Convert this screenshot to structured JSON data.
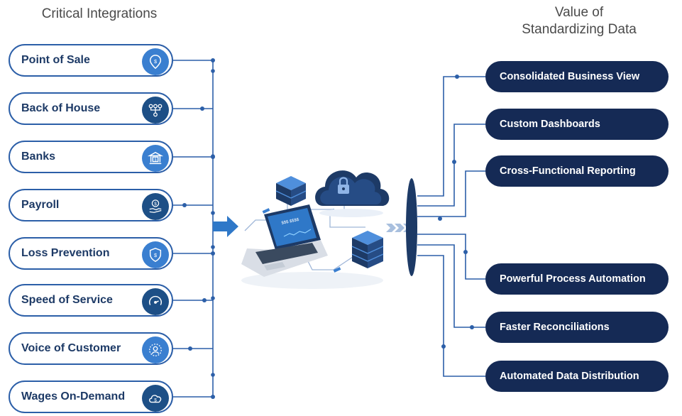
{
  "left_heading": "Critical Integrations",
  "right_heading": {
    "line1": "Value of",
    "line2": "Standardizing Data"
  },
  "integrations": [
    {
      "label": "Point of Sale",
      "icon": "location-pin-dollar-icon",
      "color": "#3a7fd0"
    },
    {
      "label": "Back of House",
      "icon": "org-hierarchy-icon",
      "color": "#1d4f86"
    },
    {
      "label": "Banks",
      "icon": "bank-building-icon",
      "color": "#3a7fd0"
    },
    {
      "label": "Payroll",
      "icon": "hand-coin-icon",
      "color": "#1d4f86"
    },
    {
      "label": "Loss Prevention",
      "icon": "shield-dollar-icon",
      "color": "#3a7fd0"
    },
    {
      "label": "Speed of Service",
      "icon": "speedometer-icon",
      "color": "#1d4f86"
    },
    {
      "label": "Voice of Customer",
      "icon": "customer-feedback-icon",
      "color": "#3a7fd0"
    },
    {
      "label": "Wages On-Demand",
      "icon": "cloud-dollar-icon",
      "color": "#1d4f86"
    }
  ],
  "outcomes": [
    {
      "label": "Consolidated Business View"
    },
    {
      "label": "Custom Dashboards"
    },
    {
      "label": "Cross-Functional Reporting"
    },
    {
      "label": "Powerful Process Automation"
    },
    {
      "label": "Faster Reconciliations"
    },
    {
      "label": "Automated Data Distribution"
    }
  ],
  "laptop_screen_text": "$$$ $$$$",
  "colors": {
    "line": "#2c5fa8",
    "navy": "#152a55",
    "accent_blue": "#3a7fd0",
    "dark_blue": "#1d4f86"
  }
}
